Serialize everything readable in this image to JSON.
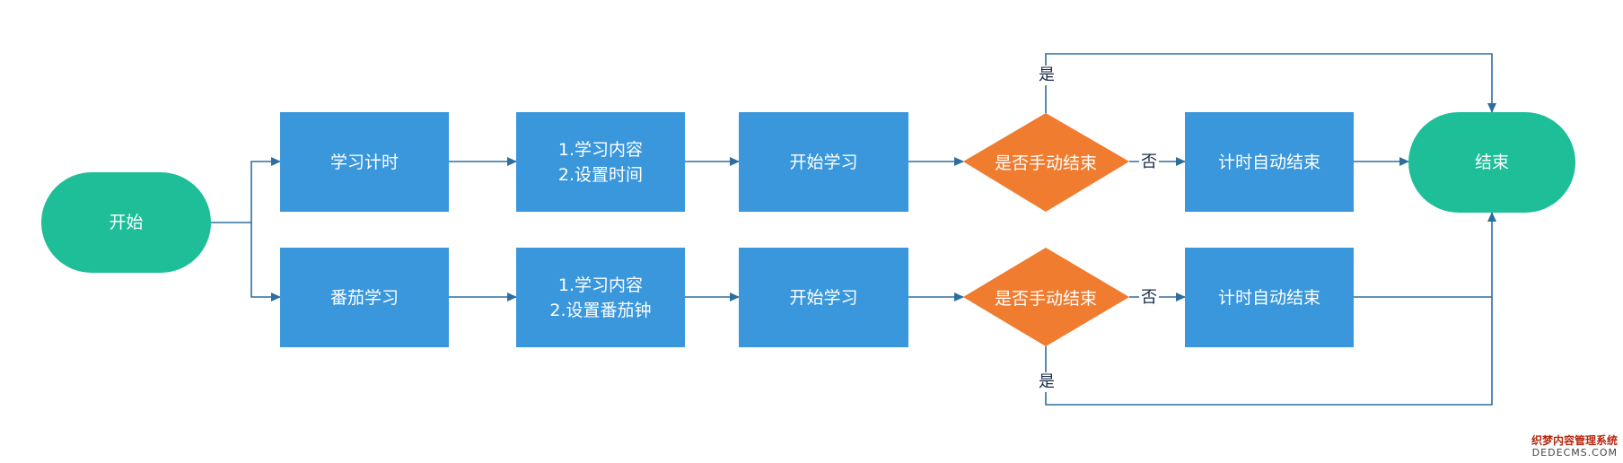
{
  "nodes": {
    "start": "开始",
    "end": "结束",
    "top": {
      "mode": "学习计时",
      "setup_line1": "1.学习内容",
      "setup_line2": "2.设置时间",
      "begin": "开始学习",
      "decision": "是否手动结束",
      "auto_end": "计时自动结束"
    },
    "bottom": {
      "mode": "番茄学习",
      "setup_line1": "1.学习内容",
      "setup_line2": "2.设置番茄钟",
      "begin": "开始学习",
      "decision": "是否手动结束",
      "auto_end": "计时自动结束"
    }
  },
  "edge_labels": {
    "top_yes": "是",
    "top_no": "否",
    "bottom_yes": "是",
    "bottom_no": "否"
  },
  "watermark": {
    "line1": "织梦内容管理系统",
    "line2": "DEDECMS.COM"
  },
  "colors": {
    "process": "#3a97dc",
    "terminal": "#1ebe99",
    "decision": "#f07c30",
    "connector": "#2e6e9e"
  }
}
